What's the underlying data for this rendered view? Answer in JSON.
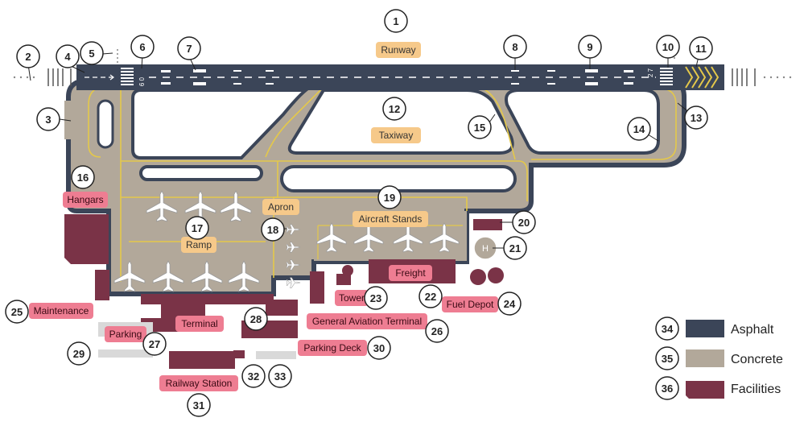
{
  "callouts": [
    {
      "n": "1"
    },
    {
      "n": "2"
    },
    {
      "n": "3"
    },
    {
      "n": "4"
    },
    {
      "n": "5"
    },
    {
      "n": "6"
    },
    {
      "n": "7"
    },
    {
      "n": "8"
    },
    {
      "n": "9"
    },
    {
      "n": "10"
    },
    {
      "n": "11"
    },
    {
      "n": "12"
    },
    {
      "n": "13"
    },
    {
      "n": "14"
    },
    {
      "n": "15"
    },
    {
      "n": "16"
    },
    {
      "n": "17"
    },
    {
      "n": "18"
    },
    {
      "n": "19"
    },
    {
      "n": "20"
    },
    {
      "n": "21"
    },
    {
      "n": "22"
    },
    {
      "n": "23"
    },
    {
      "n": "24"
    },
    {
      "n": "25"
    },
    {
      "n": "26"
    },
    {
      "n": "27"
    },
    {
      "n": "28"
    },
    {
      "n": "29"
    },
    {
      "n": "30"
    },
    {
      "n": "31"
    },
    {
      "n": "32"
    },
    {
      "n": "33"
    },
    {
      "n": "34"
    },
    {
      "n": "35"
    },
    {
      "n": "36"
    }
  ],
  "labels": {
    "runway": "Runway",
    "taxiway": "Taxiway",
    "apron": "Apron",
    "aircraft_stands": "Aircraft Stands",
    "ramp": "Ramp",
    "hangars": "Hangars",
    "maintenance": "Maintenance",
    "terminal": "Terminal",
    "parking": "Parking",
    "railway_station": "Railway Station",
    "tower": "Tower",
    "freight": "Freight",
    "fuel_depot": "Fuel Depot",
    "general_aviation_terminal": "General Aviation Terminal",
    "parking_deck": "Parking Deck",
    "helipad": "H"
  },
  "legend": [
    {
      "n": "34",
      "label": "Asphalt",
      "color": "#3b4558"
    },
    {
      "n": "35",
      "label": "Concrete",
      "color": "#b2a89a"
    },
    {
      "n": "36",
      "label": "Facilities",
      "color": "#7a3347"
    }
  ],
  "colors": {
    "asphalt": "#3b4558",
    "concrete": "#b2a89a",
    "facility": "#7a3347",
    "taxiline": "#e4c84a",
    "label_orange": "#f6c98a",
    "label_pink": "#ee7d92"
  }
}
